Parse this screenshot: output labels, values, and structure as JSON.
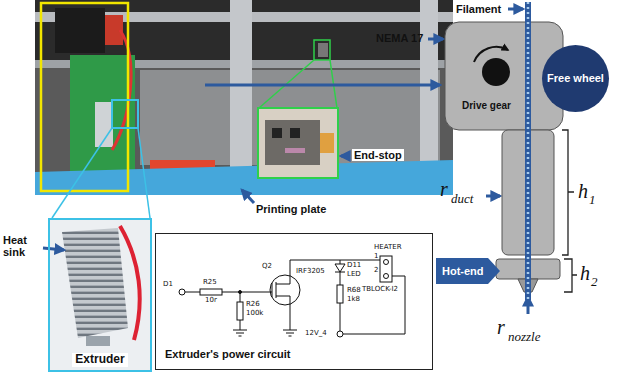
{
  "diagram": {
    "nodes": [
      {
        "text": [
          "Extruder"
        ]
      },
      {
        "text": [
          "Extruder's power circuit"
        ]
      },
      {
        "text": [
          "Free wheel"
        ]
      },
      {
        "text": [
          "Hot-end"
        ]
      }
    ],
    "labels": [
      "Filament",
      "NEMA 17",
      "Drive gear",
      "Heat sink",
      "Printing plate",
      "End-stop",
      "r",
      "duct",
      "h",
      "1",
      "h",
      "2",
      "r",
      "nozzle",
      "D1",
      "R25",
      "10r",
      "R26",
      "100k",
      "Q2",
      "IRF3205",
      "D11",
      "LED",
      "R68",
      "1k8",
      "HEATER",
      "1",
      "2",
      "TBLOCK-I2",
      "12V_4"
    ]
  }
}
